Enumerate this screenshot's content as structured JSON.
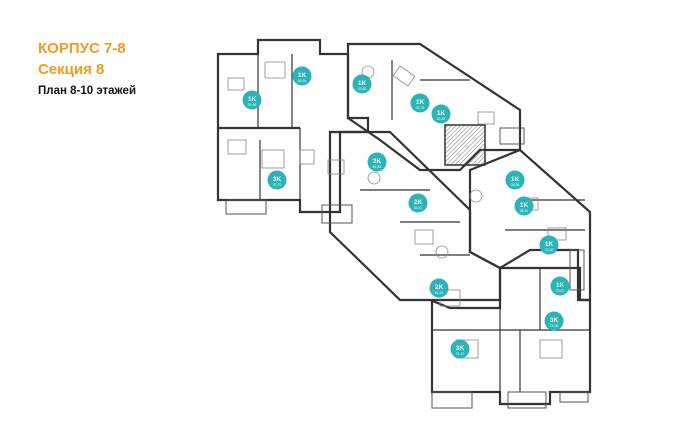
{
  "header": {
    "building": "КОРПУС 7-8",
    "section": "Секция 8",
    "plan": "План 8-10 этажей"
  },
  "colors": {
    "accent": "#f29a1f",
    "badge": "#2bb4b8",
    "wall": "#333333"
  },
  "apartments": [
    {
      "label": "1K",
      "area": "30,95"
    },
    {
      "label": "1K",
      "area": "33,94"
    },
    {
      "label": "1K",
      "area": "33,82"
    },
    {
      "label": "1K",
      "area": "33,76"
    },
    {
      "label": "1K",
      "area": "33,45"
    },
    {
      "label": "3K",
      "area": "70,79"
    },
    {
      "label": "2K",
      "area": "54,83"
    },
    {
      "label": "2K",
      "area": "52,47"
    },
    {
      "label": "1K",
      "area": "35,55"
    },
    {
      "label": "1K",
      "area": "38,43"
    },
    {
      "label": "1K",
      "area": "33,82"
    },
    {
      "label": "2K",
      "area": "51,20"
    },
    {
      "label": "1K",
      "area": "33,82"
    },
    {
      "label": "3K",
      "area": "75,08"
    },
    {
      "label": "3K",
      "area": "71,12"
    }
  ]
}
